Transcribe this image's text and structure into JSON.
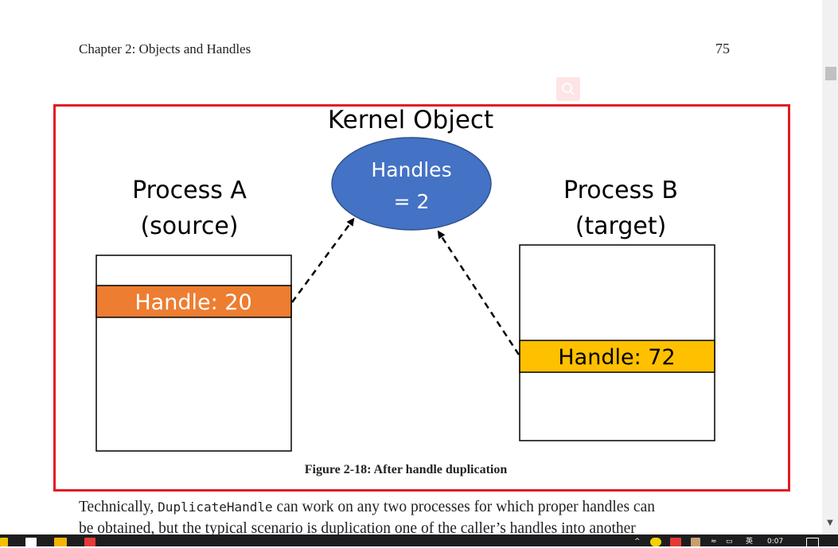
{
  "header": {
    "running_head": "Chapter 2: Objects and Handles",
    "page_number": "75"
  },
  "diagram": {
    "title": "Kernel Object",
    "ellipse_line1": "Handles",
    "ellipse_line2": "= 2",
    "process_a_line1": "Process A",
    "process_a_line2": "(source)",
    "process_b_line1": "Process B",
    "process_b_line2": "(target)",
    "handle_a": "Handle: 20",
    "handle_b": "Handle: 72",
    "colors": {
      "ellipse_fill": "#4472c4",
      "handle_a_fill": "#ed7d31",
      "handle_b_fill": "#ffc000",
      "highlight_border": "#e21b23"
    }
  },
  "caption": "Figure 2-18: After handle duplication",
  "body": {
    "line1_before": "Technically, ",
    "line1_code": "DuplicateHandle",
    "line1_after": " can work on any two processes for which proper handles can",
    "line2": "be obtained, but the typical scenario is duplication one of the caller’s handles into another"
  },
  "taskbar": {
    "clock": "0:07",
    "ime": "英",
    "icons": [
      "windows-icon",
      "terminal-icon",
      "file-explorer-icon",
      "app-icon"
    ]
  }
}
